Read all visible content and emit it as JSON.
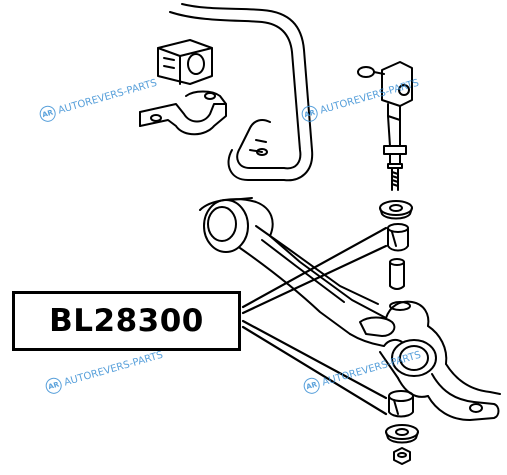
{
  "part_number": "BL28300",
  "watermark": {
    "logo": "AR",
    "text": "AUTOREVERS-PARTS"
  },
  "colors": {
    "line": "#000000",
    "watermark": "#3a8fd4",
    "background": "#ffffff"
  }
}
